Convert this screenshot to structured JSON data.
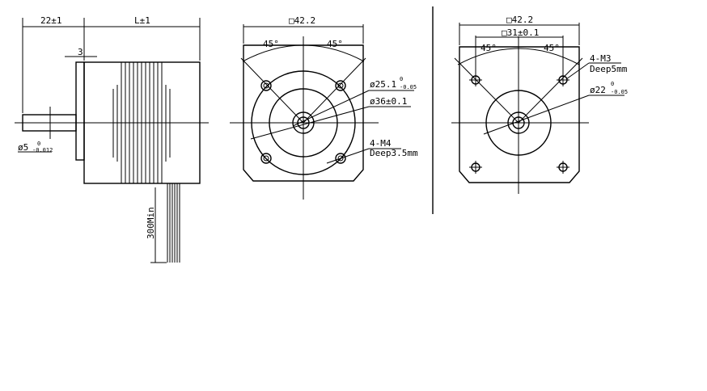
{
  "side_view": {
    "shaft_length": "22±1",
    "body_length": "L±1",
    "flange_thickness": "3",
    "shaft_diameter": "ø5",
    "shaft_tol_upper": "0",
    "shaft_tol_lower": "-0.012",
    "lead_length": "300Min"
  },
  "front_view": {
    "width": "□42.2",
    "angle_left": "45°",
    "angle_right": "45°",
    "pilot_diameter": "ø25.1",
    "pilot_tol_upper": "0",
    "pilot_tol_lower": "-0.05",
    "boss_diameter": "ø36±0.1",
    "holes": "4-M4",
    "holes_depth": "Deep3.5mm"
  },
  "rear_view": {
    "width": "□42.2",
    "hole_spacing": "□31±0.1",
    "angle_left": "45°",
    "angle_right": "45°",
    "holes": "4-M3",
    "holes_depth": "Deep5mm",
    "boss_diameter": "ø22",
    "boss_tol_upper": "0",
    "boss_tol_lower": "-0.05"
  }
}
